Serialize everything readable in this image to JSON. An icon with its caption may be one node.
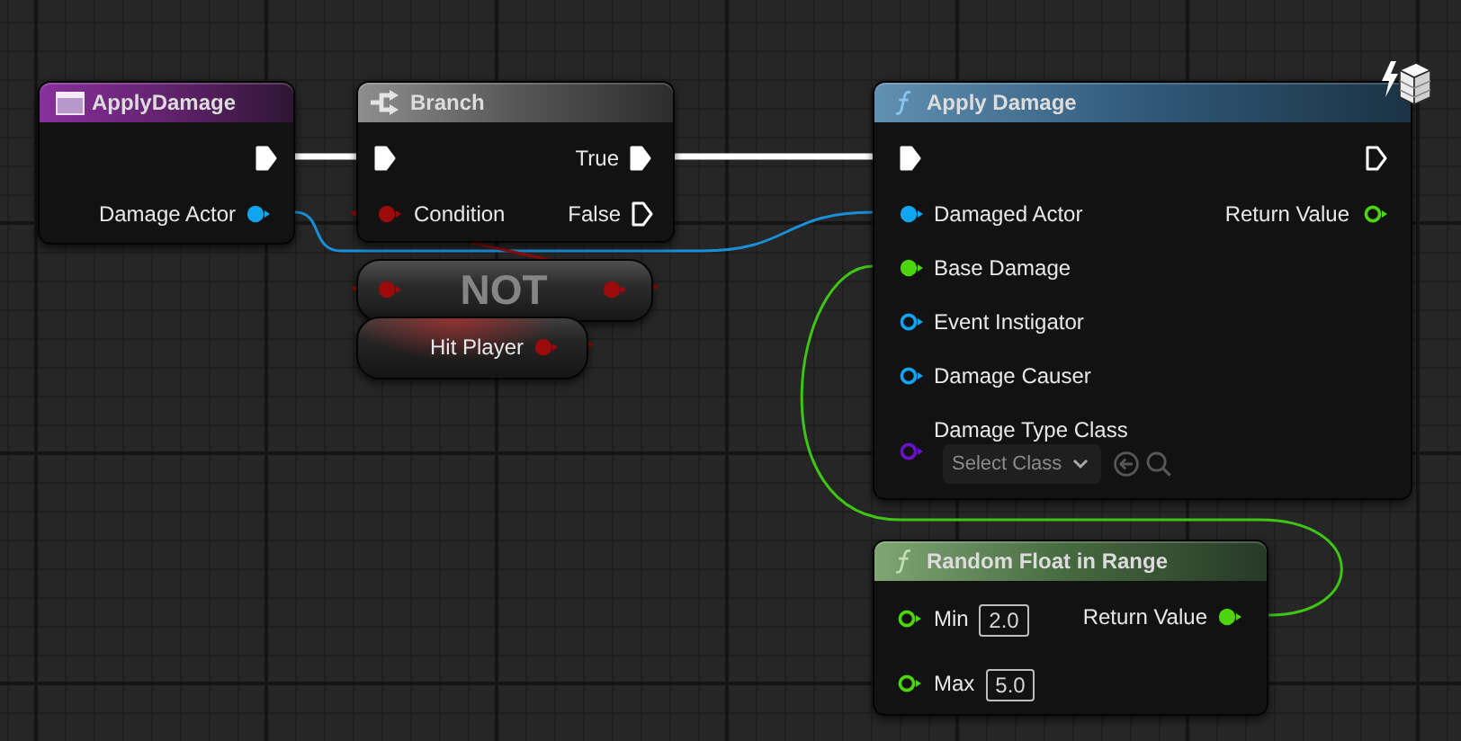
{
  "diagram": {
    "nodes": [
      {
        "text": [
          "ApplyDamage",
          "Damage Actor"
        ]
      },
      {
        "text": [
          "Branch",
          "True",
          "Condition",
          "False"
        ]
      },
      {
        "text": [
          "NOT"
        ]
      },
      {
        "text": [
          "Hit Player"
        ]
      },
      {
        "text": [
          "Apply Damage",
          "Damaged Actor",
          "Return Value",
          "Base Damage",
          "Event Instigator",
          "Damage Causer",
          "Damage Type Class",
          "Select Class"
        ]
      },
      {
        "text": [
          "Random Float in Range",
          "Min",
          "2.0",
          "Return Value",
          "Max",
          "5.0"
        ]
      }
    ],
    "edges": [
      {
        "from": 0,
        "to": 1,
        "arrow": "none",
        "style": "thick",
        "color": "#ffffff"
      },
      {
        "from": 1,
        "to": 4,
        "arrow": "none",
        "style": "thick",
        "color": "#ffffff"
      },
      {
        "from": 0,
        "to": 4,
        "arrow": "none",
        "color": "#1a8fd6"
      },
      {
        "from": 3,
        "to": 2,
        "arrow": "none",
        "color": "#8e0b0b"
      },
      {
        "from": 2,
        "to": 1,
        "arrow": "none",
        "color": "#8e0b0b"
      },
      {
        "from": 5,
        "to": 4,
        "arrow": "none",
        "color": "#3ec414"
      }
    ]
  }
}
